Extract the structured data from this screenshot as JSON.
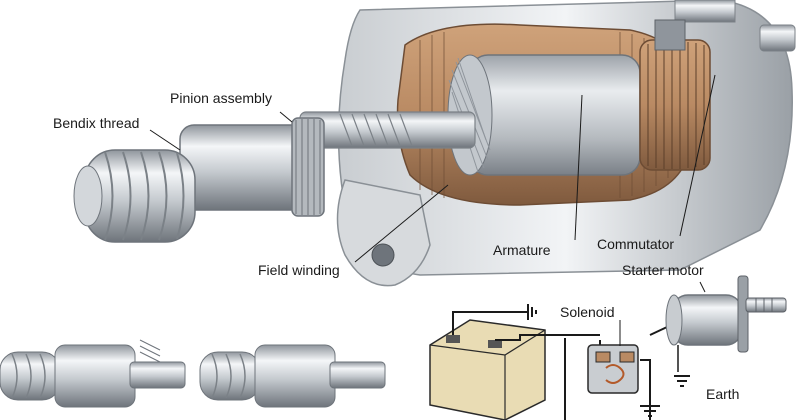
{
  "labels": {
    "pinion_assembly": "Pinion assembly",
    "bendix_thread": "Bendix thread",
    "armature": "Armature",
    "commutator": "Commutator",
    "field_winding": "Field winding",
    "starter_motor": "Starter motor",
    "solenoid": "Solenoid",
    "earth": "Earth"
  },
  "colors": {
    "background": "#ffffff",
    "steel_light": "#eceff2",
    "steel_mid": "#b9bec4",
    "steel_dark": "#6e747b",
    "copper": "#b98a63",
    "copper_dark": "#8a6244",
    "battery": "#e9dcb4",
    "leader_line": "#1a1a1a"
  }
}
